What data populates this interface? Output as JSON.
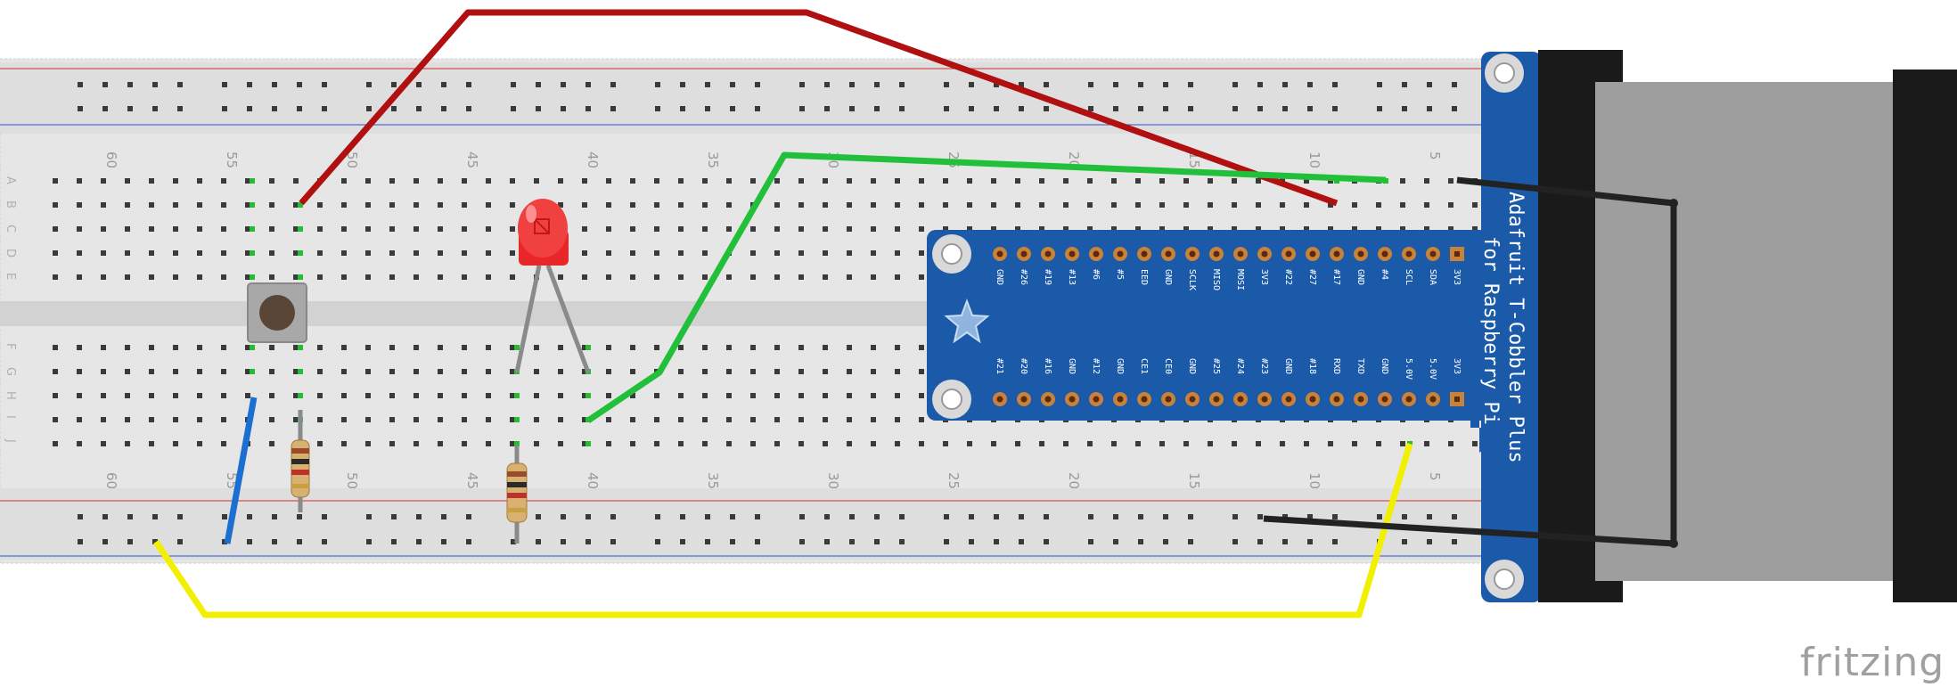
{
  "breadboard": {
    "column_labels": [
      "60",
      "55",
      "50",
      "45",
      "40",
      "35",
      "30",
      "25",
      "20",
      "15",
      "10",
      "5"
    ],
    "row_labels_top": [
      "A",
      "B",
      "C",
      "D",
      "E"
    ],
    "row_labels_bottom": [
      "F",
      "G",
      "H",
      "I",
      "J"
    ]
  },
  "cobbler": {
    "title_line1": "Adafruit T-Cobbler Plus",
    "title_line2": "for Raspberry Pi",
    "top_pins": [
      "GND",
      "#26",
      "#19",
      "#13",
      "#6",
      "#5",
      "EED",
      "GND",
      "SCLK",
      "MISO",
      "MOSI",
      "3V3",
      "#22",
      "#27",
      "#17",
      "GND",
      "#4",
      "SCL",
      "SDA",
      "3V3"
    ],
    "bottom_pins": [
      "#21",
      "#20",
      "#16",
      "GND",
      "#12",
      "GND",
      "CE1",
      "CE0",
      "GND",
      "#25",
      "#24",
      "#23",
      "GND",
      "#18",
      "RXD",
      "TXD",
      "GND",
      "5.0V",
      "5.0V",
      "3V3"
    ],
    "board_color": "#1a5aa8"
  },
  "wire_colors": {
    "red": "#b01010",
    "green": "#22c03a",
    "yellow": "#f0f000",
    "blue": "#1a6fd0",
    "black": "#222222"
  },
  "brand": "fritzing"
}
